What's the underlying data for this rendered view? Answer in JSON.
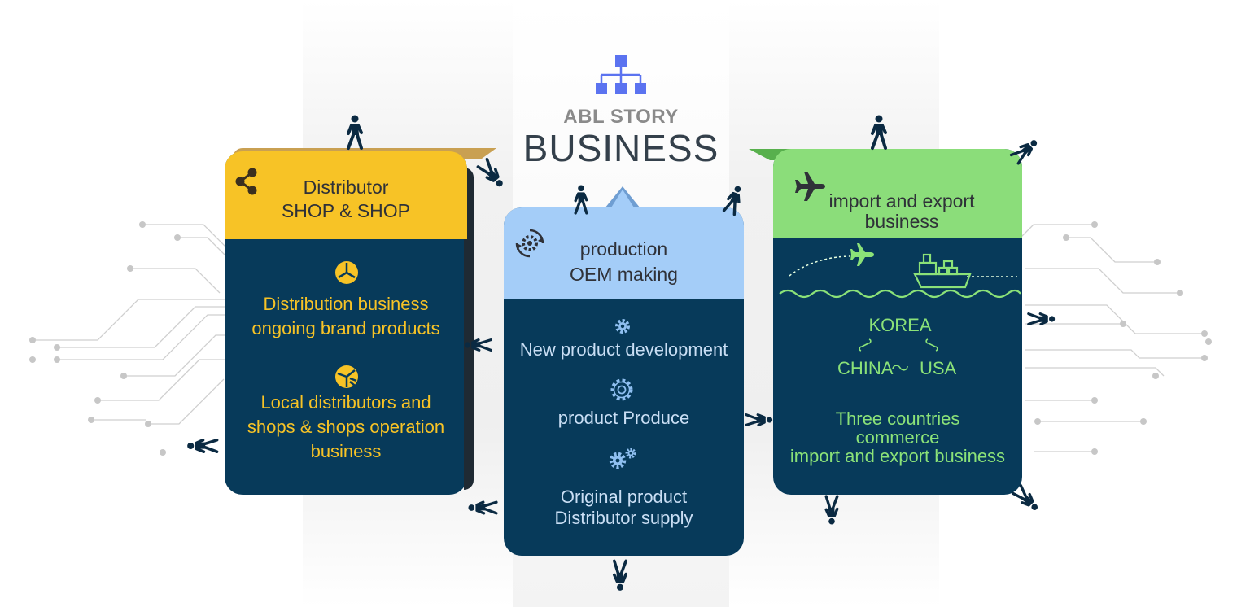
{
  "header": {
    "subtitle": "ABL STORY",
    "title": "BUSINESS"
  },
  "cards": {
    "distributor": {
      "title_line1": "Distributor",
      "title_line2": "SHOP & SHOP",
      "item1_line1": "Distribution business",
      "item1_line2": "ongoing brand products",
      "item2_line1": "Local distributors and",
      "item2_line2": "shops & shops operation",
      "item2_line3": "business"
    },
    "production": {
      "title_line1": "production",
      "title_line2": "OEM making",
      "item1": "New product development",
      "item2": "product Produce",
      "item3_line1": "Original product",
      "item3_line2": "Distributor supply"
    },
    "trade": {
      "title_line1": "import and export",
      "title_line2": "business",
      "country_top": "KOREA",
      "country_left": "CHINA",
      "country_right": "USA",
      "desc_line1": "Three countries",
      "desc_line2": "commerce",
      "desc_line3": "import and export business"
    }
  },
  "colors": {
    "navy": "#073a5a",
    "yellow": "#f7c326",
    "light_blue": "#a4cdf8",
    "green": "#8bdd7a",
    "logo_blue": "#5b73f0",
    "figure": "#0b2a42"
  },
  "icons": {
    "logo": "org-chart-icon",
    "distributor": "share-icon",
    "production": "cycle-gear-icon",
    "trade": "airplane-icon"
  }
}
